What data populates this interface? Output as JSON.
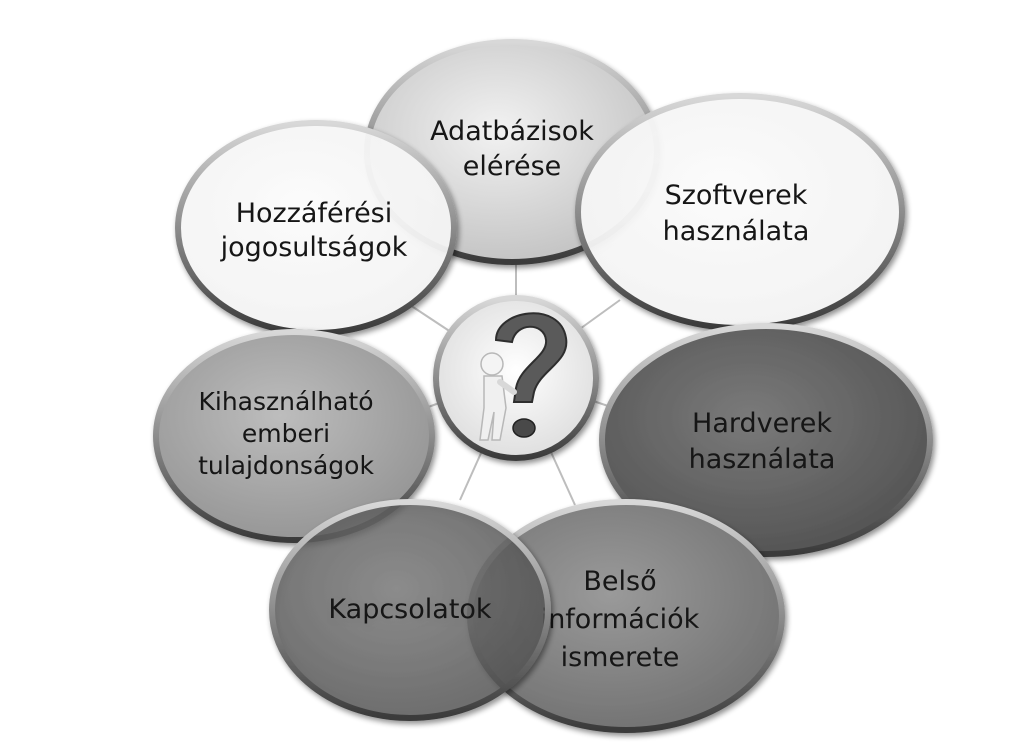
{
  "diagram": {
    "center_icon": "figure-leaning-on-question-mark-icon",
    "nodes": [
      {
        "id": "adatbazisok",
        "lines": [
          "Adatbázisok",
          "elérése"
        ],
        "fill": "#c9c9c9"
      },
      {
        "id": "szoftverek",
        "lines": [
          "Szoftverek",
          "használata"
        ],
        "fill": "#ffffff"
      },
      {
        "id": "hozzaferesi",
        "lines": [
          "Hozzáférési",
          "jogosultságok"
        ],
        "fill": "#ffffff"
      },
      {
        "id": "kihasznalhato",
        "lines": [
          "Kihasználható",
          "emberi",
          "tulajdonságok"
        ],
        "fill": "#9a9a9a"
      },
      {
        "id": "hardverek",
        "lines": [
          "Hardverek",
          "használata"
        ],
        "fill": "#5a5a5a"
      },
      {
        "id": "belso",
        "lines": [
          "Belső",
          "információk",
          "ismerete"
        ],
        "fill": "#7a7a7a"
      },
      {
        "id": "kapcsolatok",
        "lines": [
          "Kapcsolatok"
        ],
        "fill": "#5e5e5e"
      }
    ]
  }
}
